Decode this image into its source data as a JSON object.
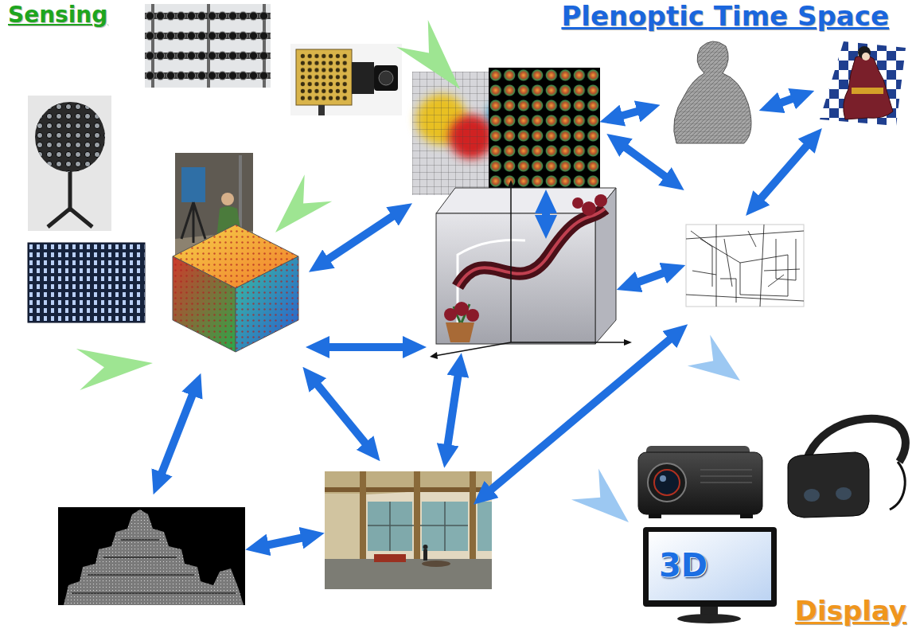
{
  "diagram": {
    "nodes": [
      {
        "text": [
          "Sensing"
        ]
      },
      {
        "text": [
          "Plenoptic Time Space"
        ]
      },
      {
        "text": [
          "Display"
        ]
      }
    ],
    "edges": [
      {
        "from": 0,
        "to": 1,
        "arrow": "to"
      },
      {
        "from": 0,
        "to": 1,
        "arrow": "to"
      },
      {
        "from": 0,
        "to": 1,
        "arrow": "to"
      },
      {
        "from": 1,
        "to": 2,
        "arrow": "to"
      },
      {
        "from": 1,
        "to": 2,
        "arrow": "to"
      }
    ],
    "labels": [
      "3D"
    ]
  }
}
